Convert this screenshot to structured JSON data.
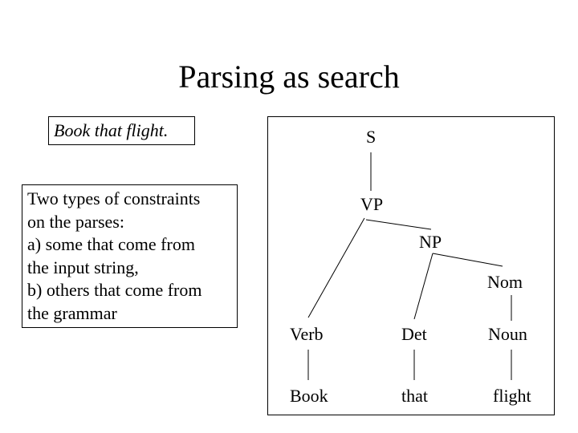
{
  "slide": {
    "title": "Parsing as search",
    "sentence": "Book that flight.",
    "note_lines": [
      "Two types of constraints",
      "on the parses:",
      "a) some that come from",
      "the input string,",
      "b) others that come from",
      "the grammar"
    ]
  },
  "tree": {
    "nodes": {
      "s": "S",
      "vp": "VP",
      "np": "NP",
      "nom": "Nom",
      "verb": "Verb",
      "det": "Det",
      "noun": "Noun",
      "book": "Book",
      "that": "that",
      "flight": "flight"
    }
  }
}
